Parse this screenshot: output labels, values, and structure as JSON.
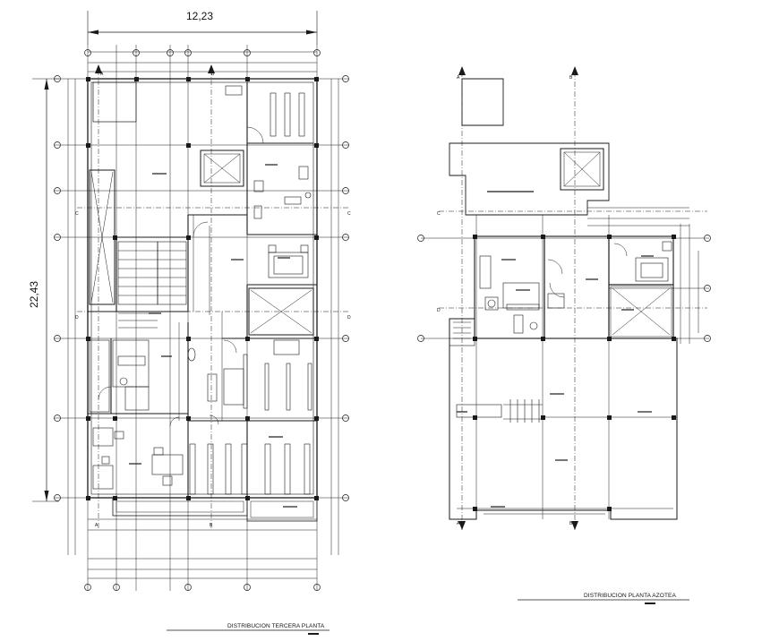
{
  "plan_left": {
    "width_dimension": "12,23",
    "height_dimension": "22,43",
    "title": "DISTRIBUCION TERCERA PLANTA",
    "axis_letters": [
      "A",
      "B",
      "C",
      "D"
    ]
  },
  "plan_right": {
    "title": "DISTRIBUCION PLANTA AZOTEA",
    "axis_letters": [
      "A",
      "B",
      "C",
      "D"
    ]
  },
  "colors": {
    "line": "#1a1a1a",
    "background": "#ffffff"
  }
}
